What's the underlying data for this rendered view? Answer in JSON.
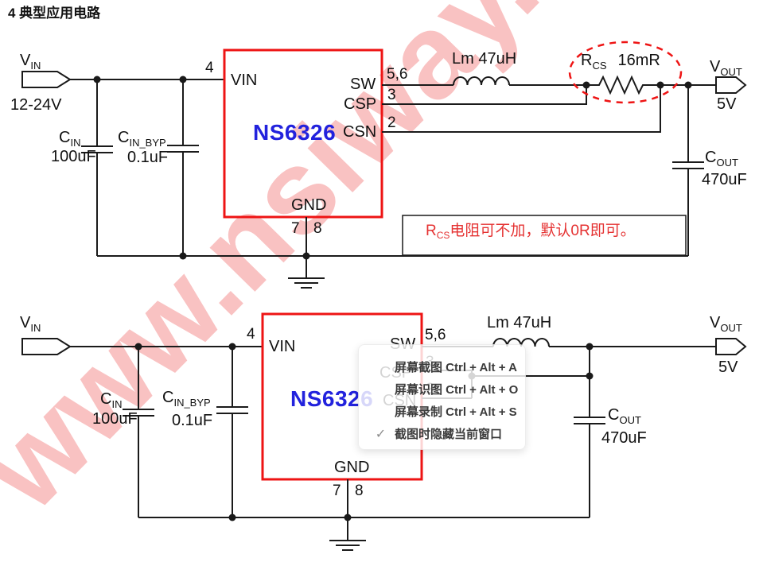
{
  "title": "4 典型应用电路",
  "watermark": {
    "text": "www.nsiway."
  },
  "colors": {
    "chip_border": "#ee1414",
    "chip_name_blue": "#2222dd",
    "note_red": "#e53232",
    "watermark_pink": "#f9c2c2",
    "wire": "#1a1a1a"
  },
  "top_circuit": {
    "input": {
      "name_main": "V",
      "name_sub": "IN",
      "voltage": "12-24V"
    },
    "pin4_num": "4",
    "cin": {
      "ref_main": "C",
      "ref_sub": "IN",
      "value": "100uF"
    },
    "cin_byp": {
      "ref_main": "C",
      "ref_sub": "IN_BYP",
      "value": "0.1uF"
    },
    "chip": {
      "name": "NS6326",
      "pin_vin": "VIN",
      "pin_sw": "SW",
      "pin_csp": "CSP",
      "pin_csn": "CSN",
      "pin_gnd": "GND",
      "num_sw": "5,6",
      "num_csp": "3",
      "num_csn": "2",
      "num_gnd_left": "7",
      "num_gnd_right": "8"
    },
    "inductor_label": "Lm 47uH",
    "rcs": {
      "ref_main": "R",
      "ref_sub": "CS",
      "value": "16mR"
    },
    "cout": {
      "ref_main": "C",
      "ref_sub": "OUT",
      "value": "470uF"
    },
    "output": {
      "name_main": "V",
      "name_sub": "OUT",
      "voltage": "5V"
    },
    "note": {
      "ref_main": "R",
      "ref_sub": "CS",
      "text": "电阻可不加，默认0R即可。"
    }
  },
  "bottom_circuit": {
    "input": {
      "name_main": "V",
      "name_sub": "IN"
    },
    "pin4_num": "4",
    "cin": {
      "ref_main": "C",
      "ref_sub": "IN",
      "value": "100uF"
    },
    "cin_byp": {
      "ref_main": "C",
      "ref_sub": "IN_BYP",
      "value": "0.1uF"
    },
    "chip": {
      "name": "NS6326",
      "pin_vin": "VIN",
      "pin_sw": "SW",
      "pin_csp": "CSP",
      "pin_csn": "CSN",
      "pin_gnd": "GND",
      "num_sw": "5,6",
      "num_csp": "3",
      "num_csn": "2",
      "num_gnd_left": "7",
      "num_gnd_right": "8"
    },
    "inductor_label": "Lm 47uH",
    "cout": {
      "ref_main": "C",
      "ref_sub": "OUT",
      "value": "470uF"
    },
    "output": {
      "name_main": "V",
      "name_sub": "OUT",
      "voltage": "5V"
    }
  },
  "popup_menu": {
    "items": [
      {
        "label": "屏幕截图 Ctrl + Alt + A"
      },
      {
        "label": "屏幕识图 Ctrl + Alt + O"
      },
      {
        "label": "屏幕录制 Ctrl + Alt + S"
      }
    ],
    "toggle_item": {
      "check_glyph": "✓",
      "label": "截图时隐藏当前窗口",
      "checked": true
    }
  }
}
